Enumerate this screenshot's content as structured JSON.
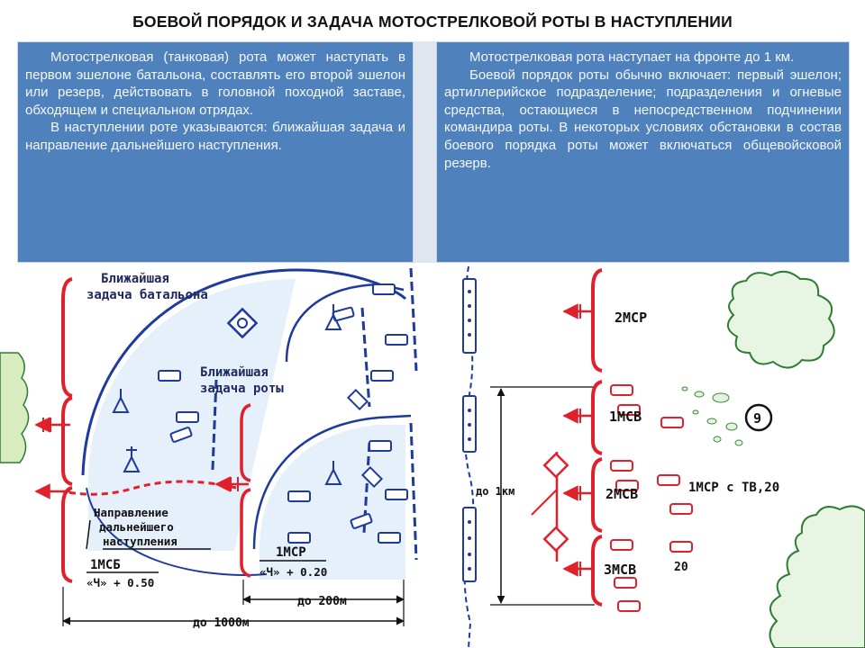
{
  "title": "БОЕВОЙ ПОРЯДОК И ЗАДАЧА МОТОСТРЕЛКОВОЙ РОТЫ В НАСТУПЛЕНИИ",
  "panels": {
    "left": [
      "Мотострелковая (танковая) рота может наступать в первом эшелоне батальона, составлять его второй эшелон или резерв, действовать в головной походной заставе, обходящем и специальном отрядах.",
      "В наступлении роте указываются: ближайшая задача и направление дальнейшего наступления."
    ],
    "right": [
      "Мотострелковая рота наступает на фронте до 1 км.",
      "Боевой порядок роты обычно включает: первый эшелон; артиллерийское подразделение; подразделения и огневые средства, остающиеся в непосредственном подчинении командира роты. В некоторых условиях обстановки в состав боевого порядка роты может включаться общевойсковой резерв."
    ]
  },
  "diagram": {
    "left": {
      "battalion_task": [
        "Ближайшая",
        "задача батальона"
      ],
      "company_task": [
        "Ближайшая",
        "задача роты"
      ],
      "direction": [
        "Направление",
        "дальнейшего",
        "наступления"
      ],
      "msb_label": "1МСБ",
      "msb_time": "«Ч» + 0.50",
      "msr_label": "1МСР",
      "msr_time": "«Ч» + 0.20",
      "dist_200": "до 200м",
      "dist_1000": "до 1000м"
    },
    "right": {
      "msr2": "2МСР",
      "msv1": "1МСВ",
      "msv2": "2МСВ",
      "msv3": "3МСВ",
      "front": "до 1км",
      "reserve": "1МСР с ТВ,20",
      "g20": "20",
      "target": "9"
    }
  },
  "colors": {
    "panel": "#4f81bd",
    "red": "#e0202a",
    "blue": "#1e3a9e",
    "light_blue": "#a8cdf0",
    "green": "#2e7d32"
  }
}
